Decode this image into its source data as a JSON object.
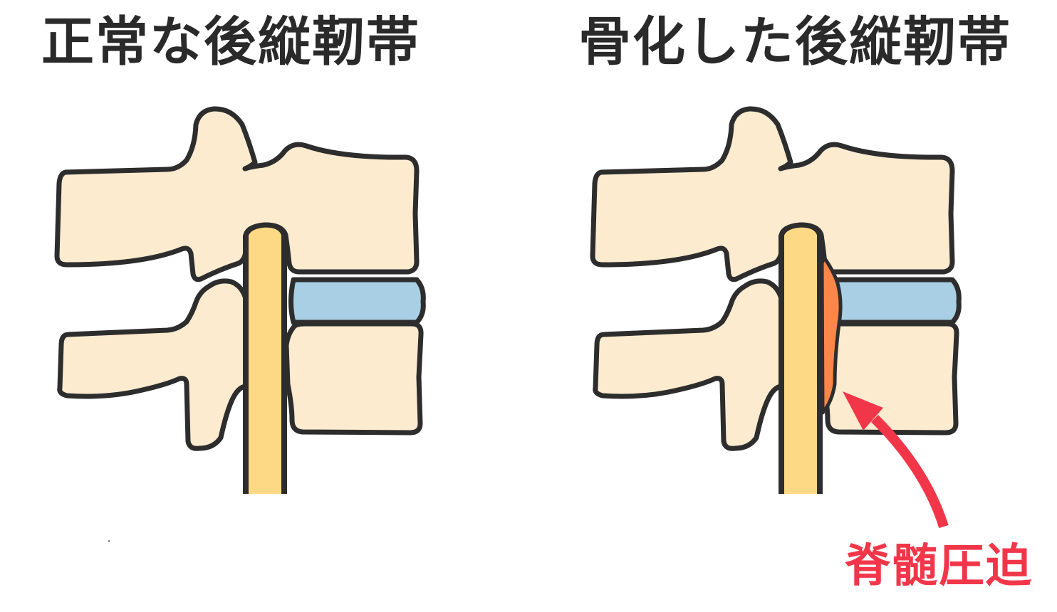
{
  "titles": {
    "left": "正常な後縦靭帯",
    "right": "骨化した後縦靭帯"
  },
  "annotation": {
    "label": "脊髄圧迫",
    "arrow": "red-curved-arrow"
  },
  "colors": {
    "bone": "#fdebd0",
    "outline": "#2d2d2d",
    "spinal_cord": "#fdd985",
    "disc": "#a8cfe3",
    "ossified_ligament": "#fb864a",
    "annotation_red": "#f2364a",
    "title_text": "#2a2a2a",
    "background": "#ffffff"
  },
  "panels": [
    {
      "id": "normal",
      "caption_ref": "titles.left",
      "elements": [
        "upper-vertebra",
        "lower-vertebra",
        "spinal-cord",
        "intervertebral-disc",
        "vertebral-body-lower"
      ]
    },
    {
      "id": "ossified",
      "caption_ref": "titles.right",
      "elements": [
        "upper-vertebra",
        "lower-vertebra",
        "spinal-cord",
        "intervertebral-disc",
        "vertebral-body-lower",
        "ossified-ligament",
        "compression-arrow"
      ]
    }
  ]
}
